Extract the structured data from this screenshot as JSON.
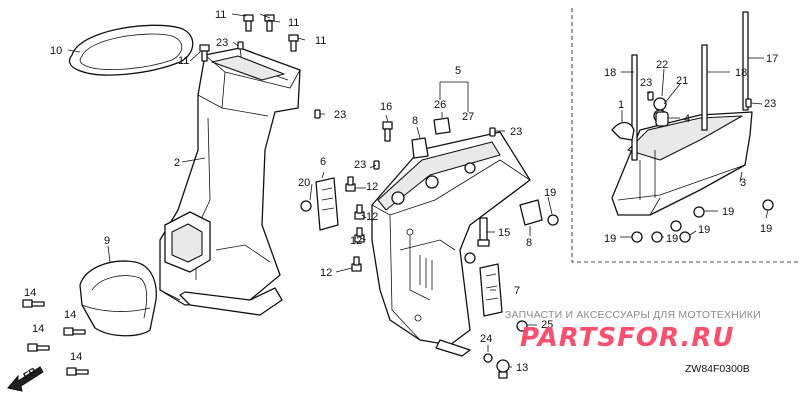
{
  "diagram_code": "ZW84F0300B",
  "front_arrow": "FR.",
  "watermark": {
    "caption": "ЗАПЧАСТИ И АКСЕССУАРЫ ДЛЯ МОТОТЕХНИКИ",
    "logo": "PARTSFOR.RU"
  },
  "callouts": [
    {
      "id": "c10",
      "text": "10"
    },
    {
      "id": "c11a",
      "text": "11"
    },
    {
      "id": "c11b",
      "text": "11"
    },
    {
      "id": "c11c",
      "text": "11"
    },
    {
      "id": "c11d",
      "text": "11"
    },
    {
      "id": "c23a",
      "text": "23"
    },
    {
      "id": "c2",
      "text": "2"
    },
    {
      "id": "c23b",
      "text": "23"
    },
    {
      "id": "c16",
      "text": "16"
    },
    {
      "id": "c26",
      "text": "26"
    },
    {
      "id": "c5",
      "text": "5"
    },
    {
      "id": "c27",
      "text": "27"
    },
    {
      "id": "c8a",
      "text": "8"
    },
    {
      "id": "c23c",
      "text": "23"
    },
    {
      "id": "c23d",
      "text": "23"
    },
    {
      "id": "c6",
      "text": "6"
    },
    {
      "id": "c12a",
      "text": "12"
    },
    {
      "id": "c20",
      "text": "20"
    },
    {
      "id": "c12b",
      "text": "12"
    },
    {
      "id": "c12c",
      "text": "12"
    },
    {
      "id": "c12d",
      "text": "12"
    },
    {
      "id": "c19a",
      "text": "19"
    },
    {
      "id": "c8b",
      "text": "8"
    },
    {
      "id": "c15",
      "text": "15"
    },
    {
      "id": "c9",
      "text": "9"
    },
    {
      "id": "c14a",
      "text": "14"
    },
    {
      "id": "c14b",
      "text": "14"
    },
    {
      "id": "c14c",
      "text": "14"
    },
    {
      "id": "c14d",
      "text": "14"
    },
    {
      "id": "c7",
      "text": "7"
    },
    {
      "id": "c25",
      "text": "25"
    },
    {
      "id": "c24",
      "text": "24"
    },
    {
      "id": "c13",
      "text": "13"
    },
    {
      "id": "c18a",
      "text": "18"
    },
    {
      "id": "c18b",
      "text": "18"
    },
    {
      "id": "c17",
      "text": "17"
    },
    {
      "id": "c22",
      "text": "22"
    },
    {
      "id": "c21",
      "text": "21"
    },
    {
      "id": "c1",
      "text": "1"
    },
    {
      "id": "c23e",
      "text": "23"
    },
    {
      "id": "c23f",
      "text": "23"
    },
    {
      "id": "c4",
      "text": "4"
    },
    {
      "id": "c3",
      "text": "3"
    },
    {
      "id": "c19b",
      "text": "19"
    },
    {
      "id": "c19c",
      "text": "19"
    },
    {
      "id": "c19d",
      "text": "19"
    },
    {
      "id": "c19e",
      "text": "19"
    },
    {
      "id": "c19f",
      "text": "19"
    }
  ]
}
